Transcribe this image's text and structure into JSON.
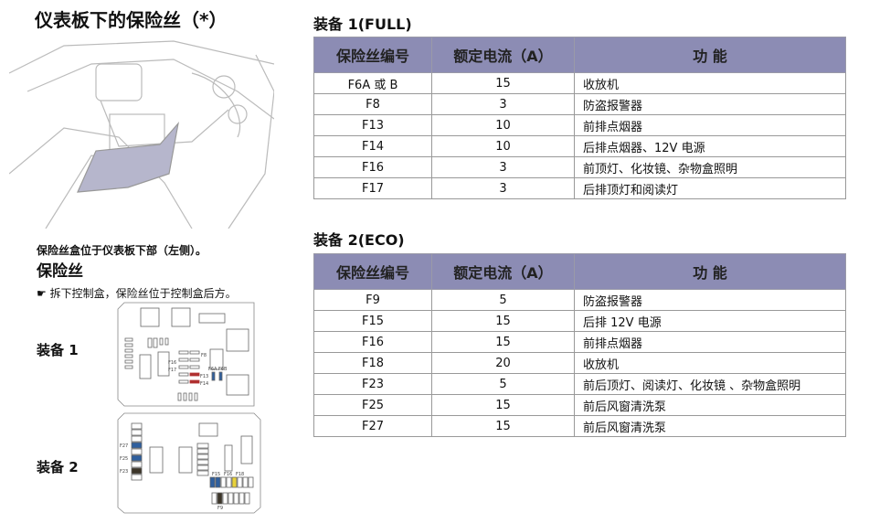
{
  "title": "仪表板下的保险丝（*）",
  "caption": "保险丝盒位于仪表板下部（左侧）。",
  "subtitle": "保险丝",
  "note": "拆下控制盒，保险丝位于控制盒后方。",
  "note_icon": "pointing-hand-icon",
  "equip1_label": "装备 1",
  "equip2_label": "装备 2",
  "diagram1_labels": [
    "F8",
    "F16",
    "F17",
    "F6A",
    "F6B",
    "F13",
    "F14"
  ],
  "diagram2_labels": [
    "F27",
    "F25",
    "F23",
    "F15",
    "F16",
    "F18",
    "F9"
  ],
  "colors": {
    "header": "#8c8cb4",
    "blue": "#2f5f9e",
    "red": "#b03030",
    "yellow": "#e8d23a",
    "dark": "#3c3528"
  },
  "headers": [
    "保险丝编号",
    "额定电流（A）",
    "功 能"
  ],
  "table1": {
    "title": "装备 1(FULL)",
    "rows": [
      [
        "F6A 或 B",
        "15",
        "收放机"
      ],
      [
        "F8",
        "3",
        "防盗报警器"
      ],
      [
        "F13",
        "10",
        "前排点烟器"
      ],
      [
        "F14",
        "10",
        "后排点烟器、12V 电源"
      ],
      [
        "F16",
        "3",
        "前顶灯、化妆镜、杂物盒照明"
      ],
      [
        "F17",
        "3",
        "后排顶灯和阅读灯"
      ]
    ]
  },
  "table2": {
    "title": "装备 2(ECO)",
    "rows": [
      [
        "F9",
        "5",
        "防盗报警器"
      ],
      [
        "F15",
        "15",
        "后排 12V 电源"
      ],
      [
        "F16",
        "15",
        "前排点烟器"
      ],
      [
        "F18",
        "20",
        "收放机"
      ],
      [
        "F23",
        "5",
        "前后顶灯、阅读灯、化妆镜 、杂物盒照明"
      ],
      [
        "F25",
        "15",
        "前后风窗清洗泵"
      ],
      [
        "F27",
        "15",
        "前后风窗清洗泵"
      ]
    ]
  }
}
